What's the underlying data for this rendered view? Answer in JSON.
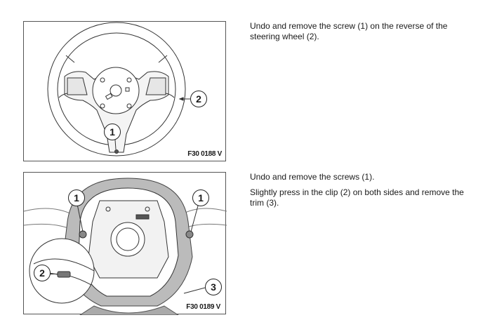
{
  "steps": [
    {
      "figure_label": "F30 0188 V",
      "callouts": [
        "1",
        "2"
      ],
      "paragraphs": [
        "Undo and remove the screw (1) on the reverse of the steering wheel (2)."
      ]
    },
    {
      "figure_label": "F30 0189 V",
      "callouts": [
        "1",
        "1",
        "2",
        "3"
      ],
      "paragraphs": [
        "Undo and remove the screws (1).",
        "Slightly press in the clip (2) on both sides and remove the trim (3)."
      ]
    }
  ]
}
